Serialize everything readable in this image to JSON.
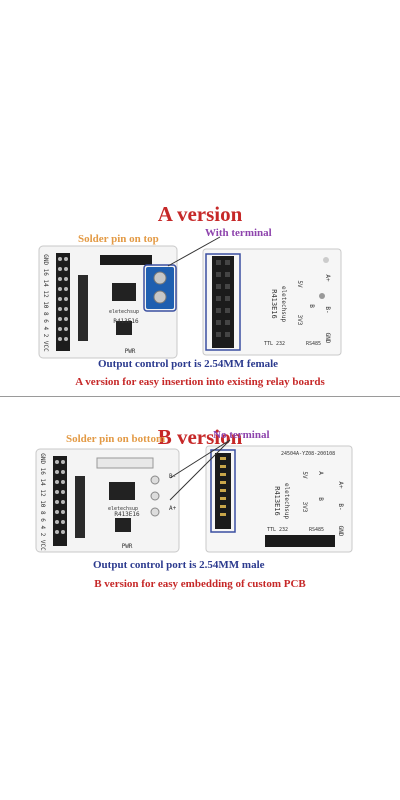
{
  "a_section": {
    "title": "A version",
    "solder_label": "Solder pin on top",
    "terminal_label": "With terminal",
    "port_label": "Output control port is 2.54MM female",
    "usage_label": "A version for easy insertion into existing relay boards"
  },
  "b_section": {
    "title": "B version",
    "solder_label": "Solder pin on bottom",
    "terminal_label": "No terminal",
    "port_label": "Output control port is 2.54MM male",
    "usage_label": "B version for easy embedding of custom PCB"
  },
  "board": {
    "model": "R413E16",
    "brand": "eletechsup",
    "side_pins": "GND 16 14 12 10 8 6 4 2 VCC",
    "pwr": "PWR",
    "v5": "5V",
    "v33": "3V3",
    "ttl": "TTL 232",
    "rs485": "RS485",
    "a_plus": "A+",
    "b_minus": "B-",
    "gnd": "GND",
    "a": "A",
    "b": "B",
    "pcb_code": "24504A-YZ08-200108"
  },
  "colors": {
    "title_red": "#c62828",
    "label_orange": "#e39a45",
    "label_purple": "#8e44ad",
    "label_navy": "#2b3a8e",
    "terminal_blue": "#1f5fb0",
    "highlight": "#3a4fa0"
  }
}
